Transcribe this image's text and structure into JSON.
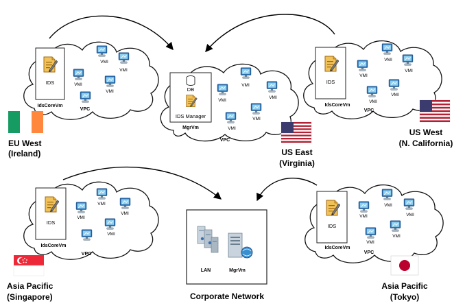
{
  "regions": [
    {
      "id": "eu-west",
      "label_line1": "EU West",
      "label_line2": "(Ireland)",
      "box_label": "IDS",
      "vm_label": "IdsCoreVm",
      "vpc_label": "VPC",
      "vmi_label": "VMI",
      "flag": "ireland-flag"
    },
    {
      "id": "us-west",
      "label_line1": "US West",
      "label_line2": "(N. California)",
      "box_label": "IDS",
      "vm_label": "IdsCoreVm",
      "vpc_label": "VPC",
      "vmi_label": "VMI",
      "flag": "us-flag"
    },
    {
      "id": "singapore",
      "label_line1": "Asia Pacific",
      "label_line2": "(Singapore)",
      "box_label": "IDS",
      "vm_label": "IdsCoreVm",
      "vpc_label": "VPC",
      "vmi_label": "VMI",
      "flag": "singapore-flag"
    },
    {
      "id": "tokyo",
      "label_line1": "Asia Pacific",
      "label_line2": "(Tokyo)",
      "box_label": "IDS",
      "vm_label": "IdsCoreVm",
      "vpc_label": "VPC",
      "vmi_label": "VMI",
      "flag": "japan-flag"
    }
  ],
  "center": {
    "label_line1": "US East",
    "label_line2": "(Virginia)",
    "db_label": "DB",
    "manager_label": "IDS Manager",
    "vm_label": "MgrVm",
    "vpc_label": "VPC",
    "vmi_label": "VMI",
    "flag": "us-flag"
  },
  "corporate": {
    "title": "Corporate Network",
    "lan_label": "LAN",
    "vm_label": "MgrVm"
  },
  "colors": {
    "cloud_stroke": "#111111",
    "monitor_frame": "#2a6fb0",
    "monitor_screen": "#8fd0f0",
    "ids_icon": "#e2a93b",
    "ireland": [
      "#169b62",
      "#ffffff",
      "#ff883e"
    ],
    "singapore": "#ed2939",
    "japan": "#bc002d",
    "us_red": "#b22234",
    "us_blue": "#3c3b6e"
  }
}
